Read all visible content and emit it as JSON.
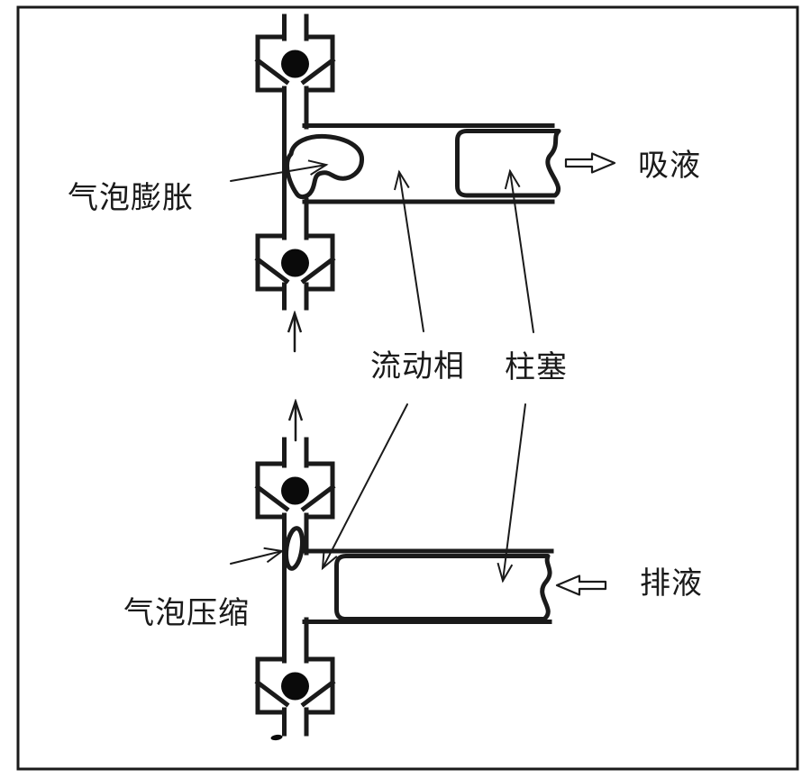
{
  "diagram": {
    "type": "reciprocating-pump-check-valve-bubble-diagram",
    "colors": {
      "line": "#1a1a1a",
      "background": "#ffffff",
      "valve_ball": "#0a0a0a"
    },
    "top_diagram": {
      "bubble_label": "气泡膨胀",
      "flow_label": "吸液",
      "flow_direction": "right"
    },
    "shared_labels": {
      "mobile_phase": "流动相",
      "plunger": "柱塞"
    },
    "bottom_diagram": {
      "bubble_label": "气泡压缩",
      "flow_label": "排液",
      "flow_direction": "left"
    }
  }
}
